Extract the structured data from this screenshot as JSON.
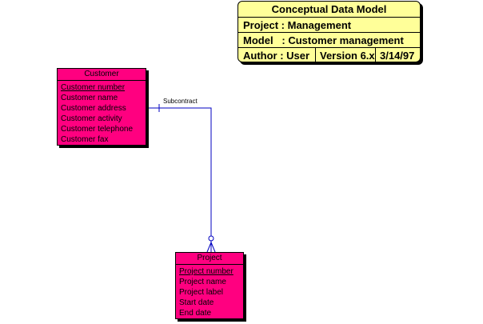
{
  "title_block": {
    "title": "Conceptual Data Model",
    "project": "Project : Management",
    "model": "Model   : Customer management",
    "author": "Author : User",
    "version": "Version 6.x",
    "date": "3/14/97"
  },
  "entities": {
    "customer": {
      "name": "Customer",
      "attributes": [
        "Customer number",
        "Customer name",
        "Customer address",
        "Customer activity",
        "Customer telephone",
        "Customer fax"
      ]
    },
    "project": {
      "name": "Project",
      "attributes": [
        "Project number",
        "Project name",
        "Project label",
        "Start date",
        "End date"
      ]
    }
  },
  "relationship": {
    "label": "Subcontract"
  },
  "colors": {
    "entity_fill": "#ff0080",
    "title_block_fill": "#ffff99",
    "relationship_line": "#0000c0"
  }
}
